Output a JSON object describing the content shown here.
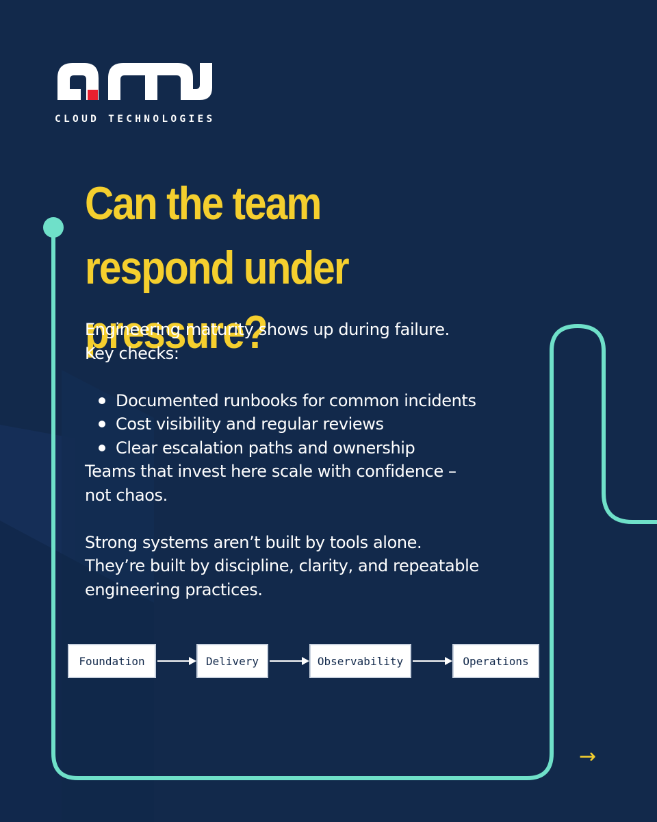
{
  "brand": {
    "logo_text": "amj",
    "tagline": "CLOUD TECHNOLOGIES"
  },
  "headline": "Can the team respond under pressure?",
  "intro": {
    "line1": "Engineering maturity shows up during failure.",
    "line2": "Key checks:"
  },
  "checks": [
    "Documented runbooks for common incidents",
    "Cost visibility and regular reviews",
    "Clear escalation paths and ownership"
  ],
  "outcome": {
    "line1": "Teams that invest here scale with confidence –",
    "line2": "not chaos."
  },
  "closing": {
    "line1": "Strong systems aren’t built by tools alone.",
    "line2": "They’re built by discipline, clarity, and repeatable",
    "line3": "engineering practices."
  },
  "flow": [
    "Foundation",
    "Delivery",
    "Observability",
    "Operations"
  ],
  "icons": {
    "next": "arrow-right-icon",
    "bullet": "bullet-dot-icon"
  },
  "colors": {
    "background": "#12294b",
    "accent_yellow": "#f5cf2e",
    "accent_teal": "#6fe0c9",
    "logo_red": "#e8202f",
    "text": "#ffffff"
  }
}
